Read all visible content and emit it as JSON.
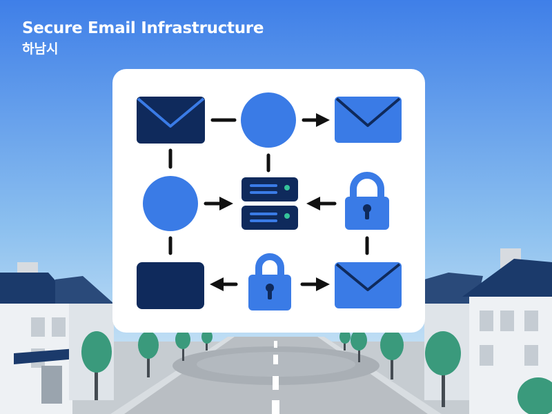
{
  "heading": {
    "title": "Secure Email Infrastructure",
    "subtitle": "하남시"
  },
  "colors": {
    "sky_top": "#3f7fe8",
    "sky_bottom": "#dff0f8",
    "primary_blue": "#3a7be6",
    "navy": "#0f2a5c",
    "server_led": "#35c39a",
    "tree": "#3a9a7c",
    "road": "#b9bec3",
    "panel": "#ffffff",
    "connector": "#111111"
  },
  "diagram": {
    "nodes": [
      {
        "id": "n1",
        "icon": "envelope-icon",
        "color": "#0f2a5c"
      },
      {
        "id": "n2",
        "icon": "circle-node-icon",
        "color": "#3a7be6"
      },
      {
        "id": "n3",
        "icon": "envelope-icon",
        "color": "#3a7be6"
      },
      {
        "id": "n4",
        "icon": "circle-node-icon",
        "color": "#3a7be6"
      },
      {
        "id": "n5",
        "icon": "server-icon",
        "color": "#0f2a5c"
      },
      {
        "id": "n6",
        "icon": "padlock-icon",
        "color": "#3a7be6"
      },
      {
        "id": "n7",
        "icon": "square-node-icon",
        "color": "#0f2a5c"
      },
      {
        "id": "n8",
        "icon": "padlock-icon",
        "color": "#3a7be6"
      },
      {
        "id": "n9",
        "icon": "envelope-icon",
        "color": "#3a7be6"
      }
    ],
    "edges": [
      {
        "from": "n1",
        "to": "n2",
        "type": "line"
      },
      {
        "from": "n2",
        "to": "n3",
        "type": "arrow"
      },
      {
        "from": "n1",
        "to": "n4",
        "type": "line"
      },
      {
        "from": "n2",
        "to": "n5",
        "type": "line"
      },
      {
        "from": "n4",
        "to": "n5",
        "type": "arrow"
      },
      {
        "from": "n6",
        "to": "n5",
        "type": "arrow"
      },
      {
        "from": "n4",
        "to": "n7",
        "type": "line"
      },
      {
        "from": "n6",
        "to": "n9",
        "type": "line"
      },
      {
        "from": "n8",
        "to": "n7",
        "type": "arrow"
      },
      {
        "from": "n8",
        "to": "n9",
        "type": "arrow"
      }
    ]
  }
}
